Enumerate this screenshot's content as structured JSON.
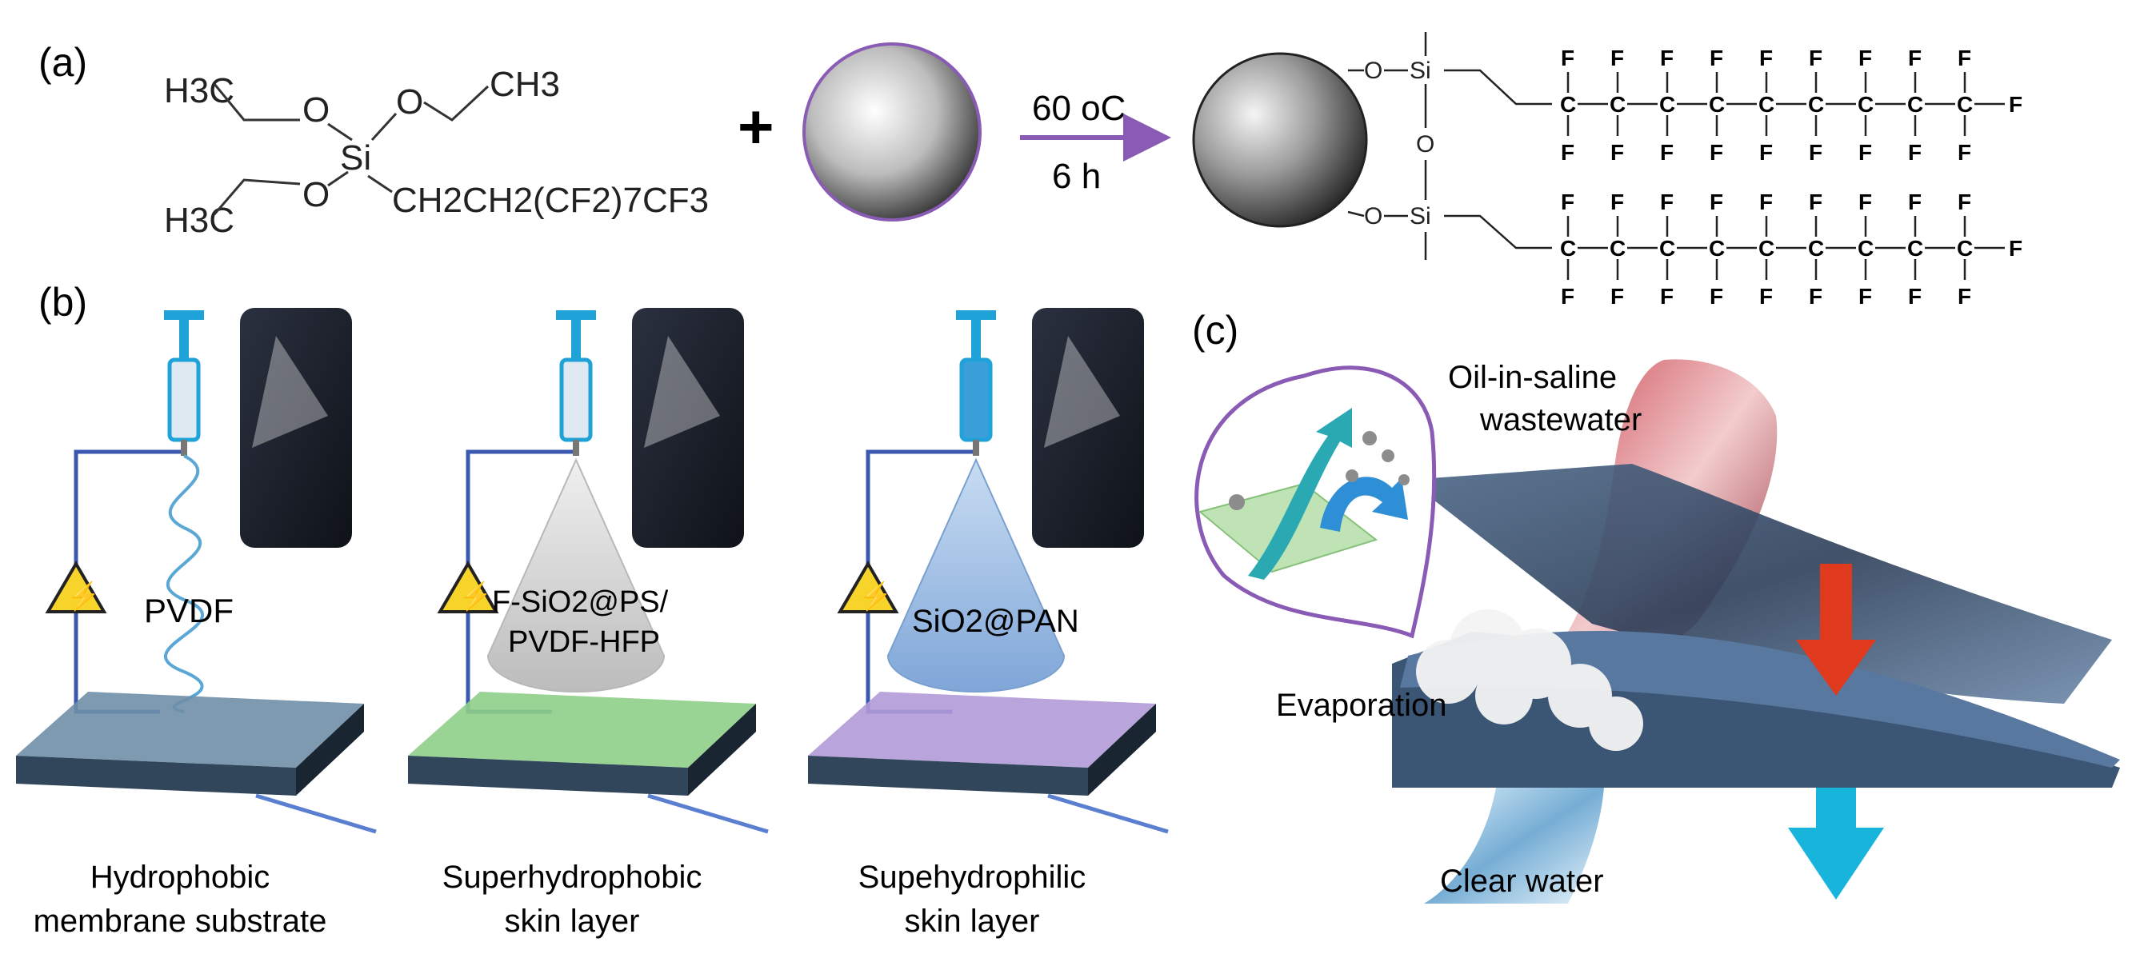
{
  "panel_a": {
    "label": "(a)",
    "silane": {
      "h3c_top": "H3C",
      "o_left": "O",
      "o_right": "O",
      "ch3": "CH3",
      "si": "Si",
      "h3c_bottom": "H3C",
      "o_bottom": "O",
      "chain": "CH2CH2(CF2)7CF3"
    },
    "plus": "+",
    "condition_temp": "60 oC",
    "condition_time": "6 h",
    "product": {
      "o": "O",
      "si": "Si",
      "c": "C",
      "f": "F",
      "carbons_per_chain": 9
    }
  },
  "panel_b": {
    "label": "(b)",
    "stations": [
      {
        "spray_label": "PVDF",
        "caption_line1": "Hydrophobic",
        "caption_line2": "membrane substrate",
        "spray_type": "fiber-jet",
        "substrate_color": "#6f8fa8"
      },
      {
        "spray_label_line1": "F-SiO2@PS/",
        "spray_label_line2": "PVDF-HFP",
        "caption_line1": "Superhydrophobic",
        "caption_line2": "skin layer",
        "spray_type": "cone-gray",
        "substrate_color": "#8fcf8a"
      },
      {
        "spray_label": "SiO2@PAN",
        "caption_line1": "Supehydrophilic",
        "caption_line2": "skin layer",
        "spray_type": "cone-blue",
        "substrate_color": "#b39ad8"
      }
    ],
    "hv_symbol": "⚡"
  },
  "panel_c": {
    "label": "(c)",
    "feed_label_line1": "Oil-in-saline",
    "feed_label_line2": "wastewater",
    "evaporation_label": "Evaporation",
    "product_label": "Clear water"
  },
  "colors": {
    "purple_accent": "#8a5bb5",
    "arrow_red": "#e03a1e",
    "arrow_cyan": "#18b4dc",
    "syringe_blue": "#1fa2d8",
    "wire_blue": "#3a58b0"
  }
}
